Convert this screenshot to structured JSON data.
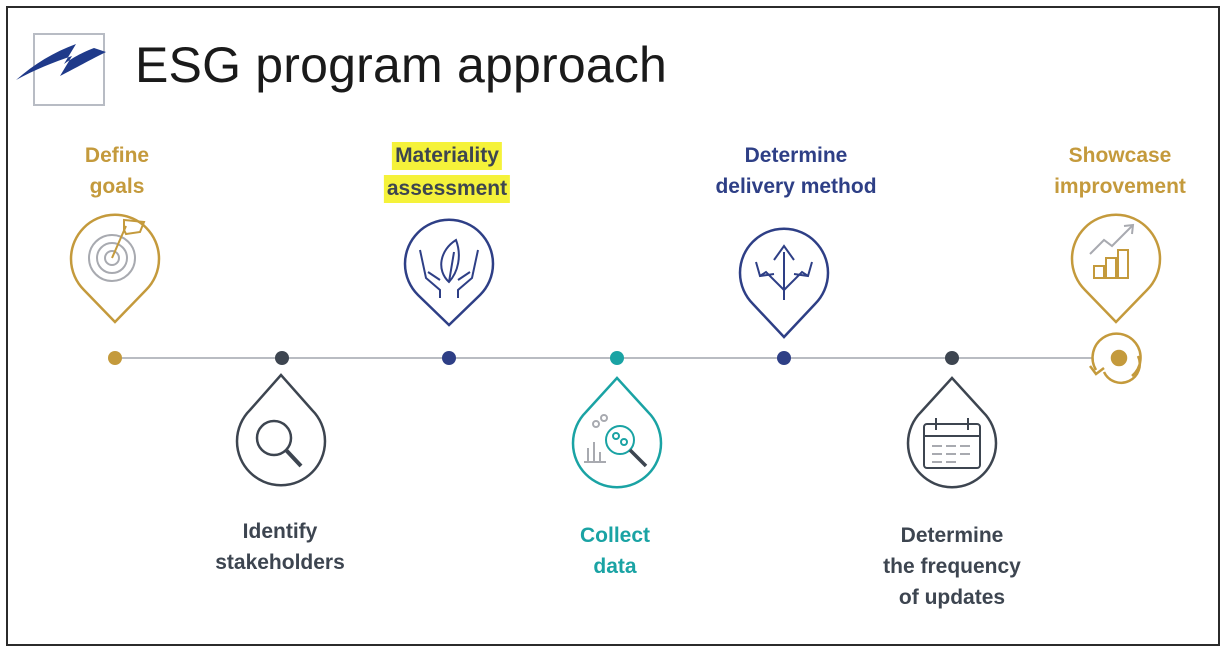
{
  "slide": {
    "title": "ESG program approach"
  },
  "steps": [
    {
      "line1": "Define",
      "line2": "goals",
      "icon": "target-flag-icon",
      "color": "#c49a3c"
    },
    {
      "line1": "Identify",
      "line2": "stakeholders",
      "icon": "magnifier-icon",
      "color": "#3d4550"
    },
    {
      "line1": "Materiality",
      "line2": "assessment",
      "icon": "hands-leaf-icon",
      "color": "#2e3f86",
      "highlight": "#f5f23a"
    },
    {
      "line1": "Collect",
      "line2": "data",
      "icon": "data-analysis-icon",
      "color": "#1aa3a4"
    },
    {
      "line1": "Determine",
      "line2": "delivery method",
      "icon": "arrows-split-icon",
      "color": "#2e3f86"
    },
    {
      "line1": "Determine",
      "line2": "the frequency",
      "line3": "of updates",
      "icon": "calendar-icon",
      "color": "#3d4550"
    },
    {
      "line1": "Showcase",
      "line2": "improvement",
      "icon": "growth-chart-icon",
      "color": "#c49a3c"
    }
  ],
  "colors": {
    "gold": "#c49a3c",
    "navy": "#2e3f86",
    "dark": "#3d4550",
    "teal": "#1aa3a4",
    "line": "#b9bcc2",
    "logo": "#1f3a8a"
  }
}
